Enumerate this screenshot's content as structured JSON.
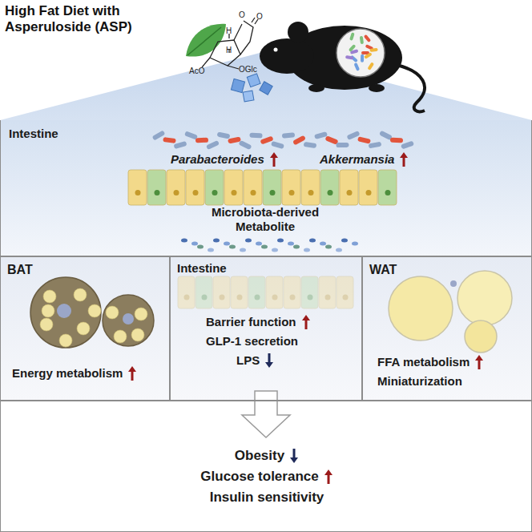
{
  "diagram": {
    "title": "High Fat Diet with Asperuloside (ASP)",
    "nodes": [
      {
        "text": [
          "Intestine",
          "Parabacteroides",
          "Akkermansia",
          "Microbiota-derived Metabolite"
        ]
      },
      {
        "text": [
          "BAT",
          "Energy metabolism"
        ]
      },
      {
        "text": [
          "Intestine",
          "Barrier function",
          "GLP-1 secretion",
          "LPS"
        ]
      },
      {
        "text": [
          "WAT",
          "FFA metabolism",
          "Miniaturization"
        ]
      },
      {
        "text": [
          "Obesity",
          "Glucose tolerance",
          "Insulin sensitivity"
        ]
      }
    ],
    "labels": [
      "O",
      "O",
      "H",
      "H",
      "AcO",
      "OGlc"
    ]
  }
}
